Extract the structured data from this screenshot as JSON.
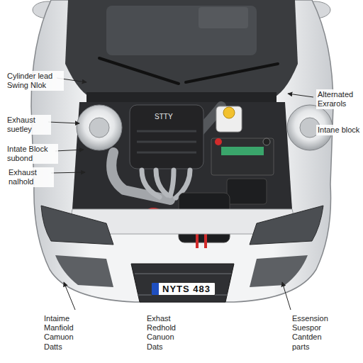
{
  "diagram": {
    "nodes": [
      {
        "text": [
          "NYTS 483"
        ]
      }
    ],
    "labels": [
      "Cylinder lead Swing Nlok",
      "Alternated Exrarols",
      "Exhaust suetley",
      "STTY",
      "Intane block",
      "Intate Block subond",
      "Exhaust nalhold",
      "Intaime Manfiold Camuon Datts",
      "Exhast Redhold Canuon Dats",
      "Essension Suespor Cantden parts"
    ]
  }
}
